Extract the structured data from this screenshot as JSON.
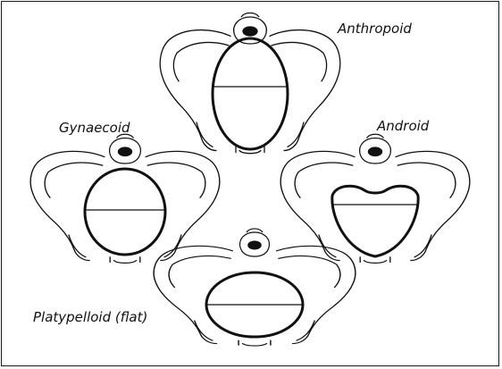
{
  "labels": {
    "anthropoid": "Anthropoid",
    "gynaecoid": "Gynaecoid",
    "android": "Android",
    "platypelloid": "Platypelloid (flat)"
  },
  "colors": {
    "stroke": "#111111",
    "background": "#ffffff",
    "border": "#1a1a1a"
  },
  "pelvis_types": [
    {
      "name": "anthropoid",
      "inlet_shape": "long oval"
    },
    {
      "name": "gynaecoid",
      "inlet_shape": "round"
    },
    {
      "name": "android",
      "inlet_shape": "heart"
    },
    {
      "name": "platypelloid",
      "inlet_shape": "flat oval"
    }
  ]
}
